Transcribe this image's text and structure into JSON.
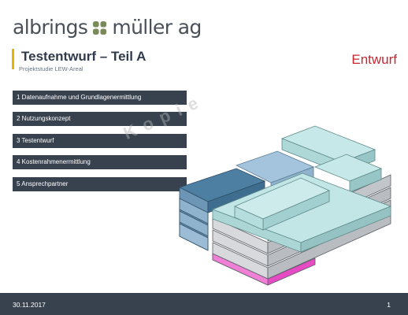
{
  "logo": {
    "word_left": "albrings",
    "word_right": "müller ag",
    "mark_icon": "four-leaf-grid-icon",
    "mark_color": "#7a8a5a"
  },
  "slide": {
    "title": "Testentwurf – Teil A",
    "subtitle": "Projektstudie LEW-Areal",
    "status": "Entwurf",
    "watermark": "Kopie",
    "accent_color": "#e8b400",
    "status_color": "#c6262e"
  },
  "menu": {
    "items": [
      {
        "label": "1 Datenaufnahme und Grundlagenermittlung"
      },
      {
        "label": "2 Nutzungskonzept"
      },
      {
        "label": "3 Testentwurf"
      },
      {
        "label": "4 Kostenrahmenermittlung"
      },
      {
        "label": "5 Ansprechpartner"
      }
    ],
    "background_color": "#38424f"
  },
  "illustration": {
    "icon": "isometric-building-model-icon",
    "colors": {
      "dark_blue": "#4d7fa3",
      "light_blue": "#a3c4dc",
      "cyan": "#bfe3e3",
      "floor_grey": "#c9ccd1",
      "highlight_pink": "#e64bc4"
    }
  },
  "footer": {
    "date": "30.11.2017",
    "page": "1"
  }
}
